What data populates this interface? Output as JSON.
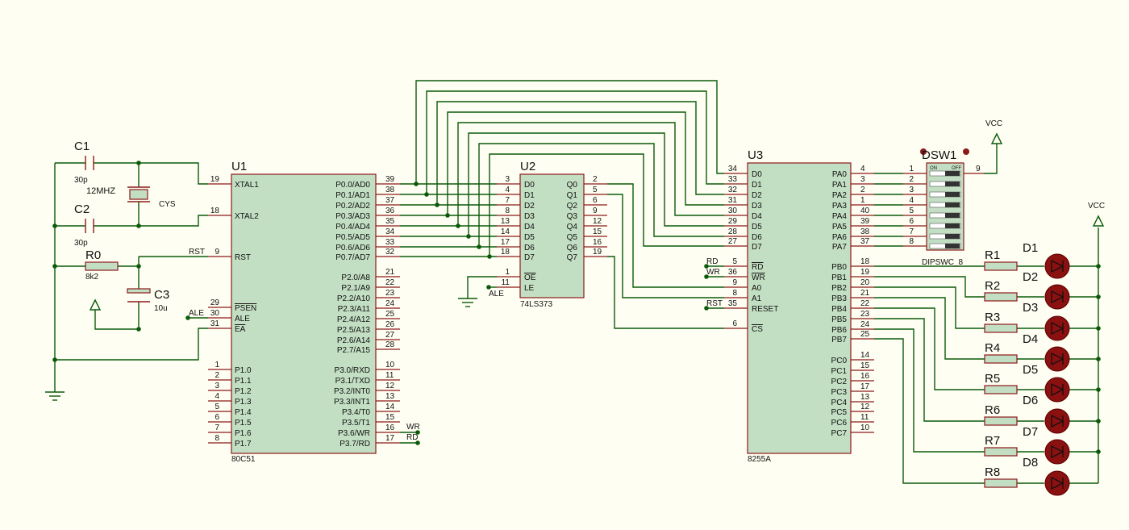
{
  "u1": {
    "ref": "U1",
    "part": "80C51",
    "left_pins": [
      {
        "num": "19",
        "name": "XTAL1"
      },
      {
        "num": "18",
        "name": "XTAL2"
      },
      {
        "num": "9",
        "name": "RST"
      },
      {
        "num": "29",
        "name": "PSEN"
      },
      {
        "num": "30",
        "name": "ALE"
      },
      {
        "num": "31",
        "name": "EA"
      },
      {
        "num": "1",
        "name": "P1.0"
      },
      {
        "num": "2",
        "name": "P1.1"
      },
      {
        "num": "3",
        "name": "P1.2"
      },
      {
        "num": "4",
        "name": "P1.3"
      },
      {
        "num": "5",
        "name": "P1.4"
      },
      {
        "num": "6",
        "name": "P1.5"
      },
      {
        "num": "7",
        "name": "P1.6"
      },
      {
        "num": "8",
        "name": "P1.7"
      }
    ],
    "right_pins": [
      {
        "num": "39",
        "name": "P0.0/AD0"
      },
      {
        "num": "38",
        "name": "P0.1/AD1"
      },
      {
        "num": "37",
        "name": "P0.2/AD2"
      },
      {
        "num": "36",
        "name": "P0.3/AD3"
      },
      {
        "num": "35",
        "name": "P0.4/AD4"
      },
      {
        "num": "34",
        "name": "P0.5/AD5"
      },
      {
        "num": "33",
        "name": "P0.6/AD6"
      },
      {
        "num": "32",
        "name": "P0.7/AD7"
      },
      {
        "num": "21",
        "name": "P2.0/A8"
      },
      {
        "num": "22",
        "name": "P2.1/A9"
      },
      {
        "num": "23",
        "name": "P2.2/A10"
      },
      {
        "num": "24",
        "name": "P2.3/A11"
      },
      {
        "num": "25",
        "name": "P2.4/A12"
      },
      {
        "num": "26",
        "name": "P2.5/A13"
      },
      {
        "num": "27",
        "name": "P2.6/A14"
      },
      {
        "num": "28",
        "name": "P2.7/A15"
      },
      {
        "num": "10",
        "name": "P3.0/RXD"
      },
      {
        "num": "11",
        "name": "P3.1/TXD"
      },
      {
        "num": "12",
        "name": "P3.2/INT0"
      },
      {
        "num": "13",
        "name": "P3.3/INT1"
      },
      {
        "num": "14",
        "name": "P3.4/T0"
      },
      {
        "num": "15",
        "name": "P3.5/T1"
      },
      {
        "num": "16",
        "name": "P3.6/WR"
      },
      {
        "num": "17",
        "name": "P3.7/RD"
      }
    ]
  },
  "u2": {
    "ref": "U2",
    "part": "74LS373",
    "left_pins": [
      {
        "num": "3",
        "name": "D0"
      },
      {
        "num": "4",
        "name": "D1"
      },
      {
        "num": "7",
        "name": "D2"
      },
      {
        "num": "8",
        "name": "D3"
      },
      {
        "num": "13",
        "name": "D4"
      },
      {
        "num": "14",
        "name": "D5"
      },
      {
        "num": "17",
        "name": "D6"
      },
      {
        "num": "18",
        "name": "D7"
      },
      {
        "num": "1",
        "name": "OE"
      },
      {
        "num": "11",
        "name": "LE"
      }
    ],
    "right_pins": [
      {
        "num": "2",
        "name": "Q0"
      },
      {
        "num": "5",
        "name": "Q1"
      },
      {
        "num": "6",
        "name": "Q2"
      },
      {
        "num": "9",
        "name": "Q3"
      },
      {
        "num": "12",
        "name": "Q4"
      },
      {
        "num": "15",
        "name": "Q5"
      },
      {
        "num": "16",
        "name": "Q6"
      },
      {
        "num": "19",
        "name": "Q7"
      }
    ]
  },
  "u3": {
    "ref": "U3",
    "part": "8255A",
    "left_pins": [
      {
        "num": "34",
        "name": "D0"
      },
      {
        "num": "33",
        "name": "D1"
      },
      {
        "num": "32",
        "name": "D2"
      },
      {
        "num": "31",
        "name": "D3"
      },
      {
        "num": "30",
        "name": "D4"
      },
      {
        "num": "29",
        "name": "D5"
      },
      {
        "num": "28",
        "name": "D6"
      },
      {
        "num": "27",
        "name": "D7"
      },
      {
        "num": "5",
        "name": "RD"
      },
      {
        "num": "36",
        "name": "WR"
      },
      {
        "num": "9",
        "name": "A0"
      },
      {
        "num": "8",
        "name": "A1"
      },
      {
        "num": "35",
        "name": "RESET"
      },
      {
        "num": "6",
        "name": "CS"
      }
    ],
    "right_pins": [
      {
        "num": "4",
        "name": "PA0"
      },
      {
        "num": "3",
        "name": "PA1"
      },
      {
        "num": "2",
        "name": "PA2"
      },
      {
        "num": "1",
        "name": "PA3"
      },
      {
        "num": "40",
        "name": "PA4"
      },
      {
        "num": "39",
        "name": "PA5"
      },
      {
        "num": "38",
        "name": "PA6"
      },
      {
        "num": "37",
        "name": "PA7"
      },
      {
        "num": "18",
        "name": "PB0"
      },
      {
        "num": "19",
        "name": "PB1"
      },
      {
        "num": "20",
        "name": "PB2"
      },
      {
        "num": "21",
        "name": "PB3"
      },
      {
        "num": "22",
        "name": "PB4"
      },
      {
        "num": "23",
        "name": "PB5"
      },
      {
        "num": "24",
        "name": "PB6"
      },
      {
        "num": "25",
        "name": "PB7"
      },
      {
        "num": "14",
        "name": "PC0"
      },
      {
        "num": "15",
        "name": "PC1"
      },
      {
        "num": "16",
        "name": "PC2"
      },
      {
        "num": "17",
        "name": "PC3"
      },
      {
        "num": "13",
        "name": "PC4"
      },
      {
        "num": "12",
        "name": "PC5"
      },
      {
        "num": "11",
        "name": "PC6"
      },
      {
        "num": "10",
        "name": "PC7"
      }
    ]
  },
  "dsw": {
    "ref": "DSW1",
    "part": "DIPSWC_8",
    "left_nums": [
      "1",
      "2",
      "3",
      "4",
      "5",
      "6",
      "7",
      "8"
    ],
    "common_pin": "9",
    "on_label": "ON",
    "off_label": "OFF"
  },
  "resistors": [
    "R1",
    "R2",
    "R3",
    "R4",
    "R5",
    "R6",
    "R7",
    "R8"
  ],
  "leds": [
    "D1",
    "D2",
    "D3",
    "D4",
    "D5",
    "D6",
    "D7",
    "D8"
  ],
  "c1": {
    "ref": "C1",
    "value": "30p"
  },
  "c2": {
    "ref": "C2",
    "value": "30p"
  },
  "c3": {
    "ref": "C3",
    "value": "10u"
  },
  "r0": {
    "ref": "R0",
    "value": "8k2"
  },
  "crystal": {
    "freq": "12MHZ",
    "ref": "CYS"
  },
  "net_labels": {
    "rst": "RST",
    "ale": "ALE",
    "wr": "WR",
    "rd": "RD",
    "vcc_top": "VCC",
    "vcc_right": "VCC"
  }
}
